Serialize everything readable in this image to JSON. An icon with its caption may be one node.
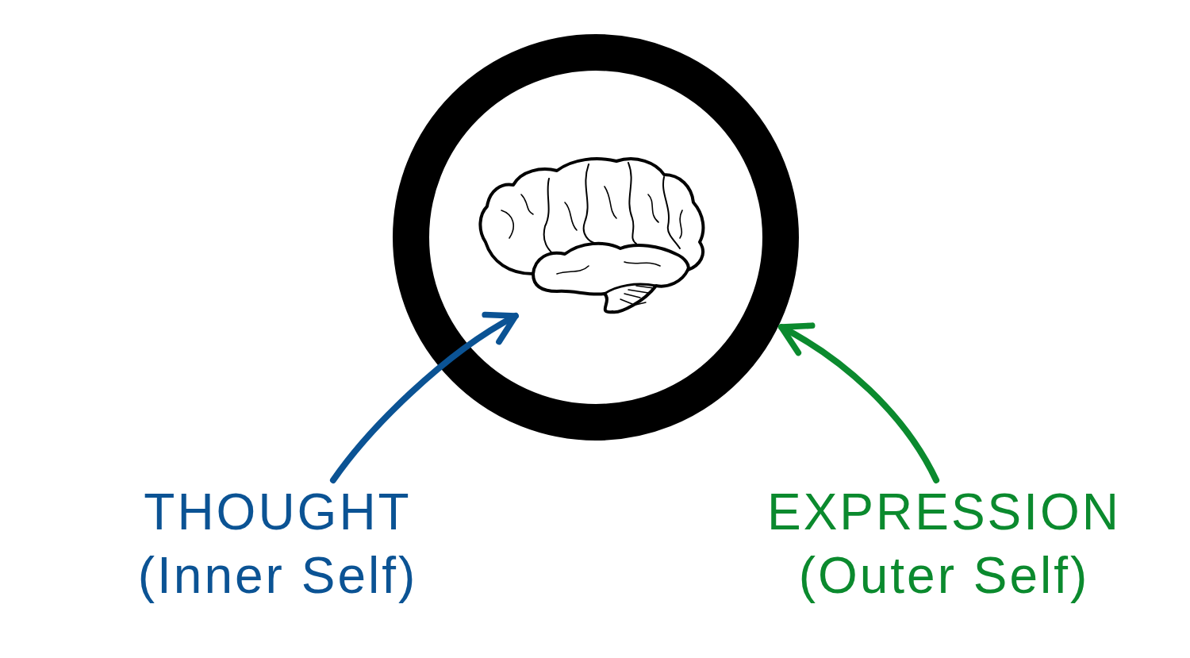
{
  "diagram": {
    "nodes": [
      {
        "text": [],
        "shape": "circle"
      },
      {
        "text": [],
        "shape": "picture",
        "in": 0
      },
      {
        "text": [
          "THOUGHT",
          "(Inner Self)"
        ]
      },
      {
        "text": [
          "EXPRESSION",
          "(Outer Self)"
        ]
      }
    ],
    "edges": [
      {
        "from": 2,
        "to": 1,
        "arrow": "to",
        "color": "#0b5394"
      },
      {
        "from": 3,
        "to": 0,
        "arrow": "to",
        "color": "#0b8a2e"
      }
    ]
  }
}
